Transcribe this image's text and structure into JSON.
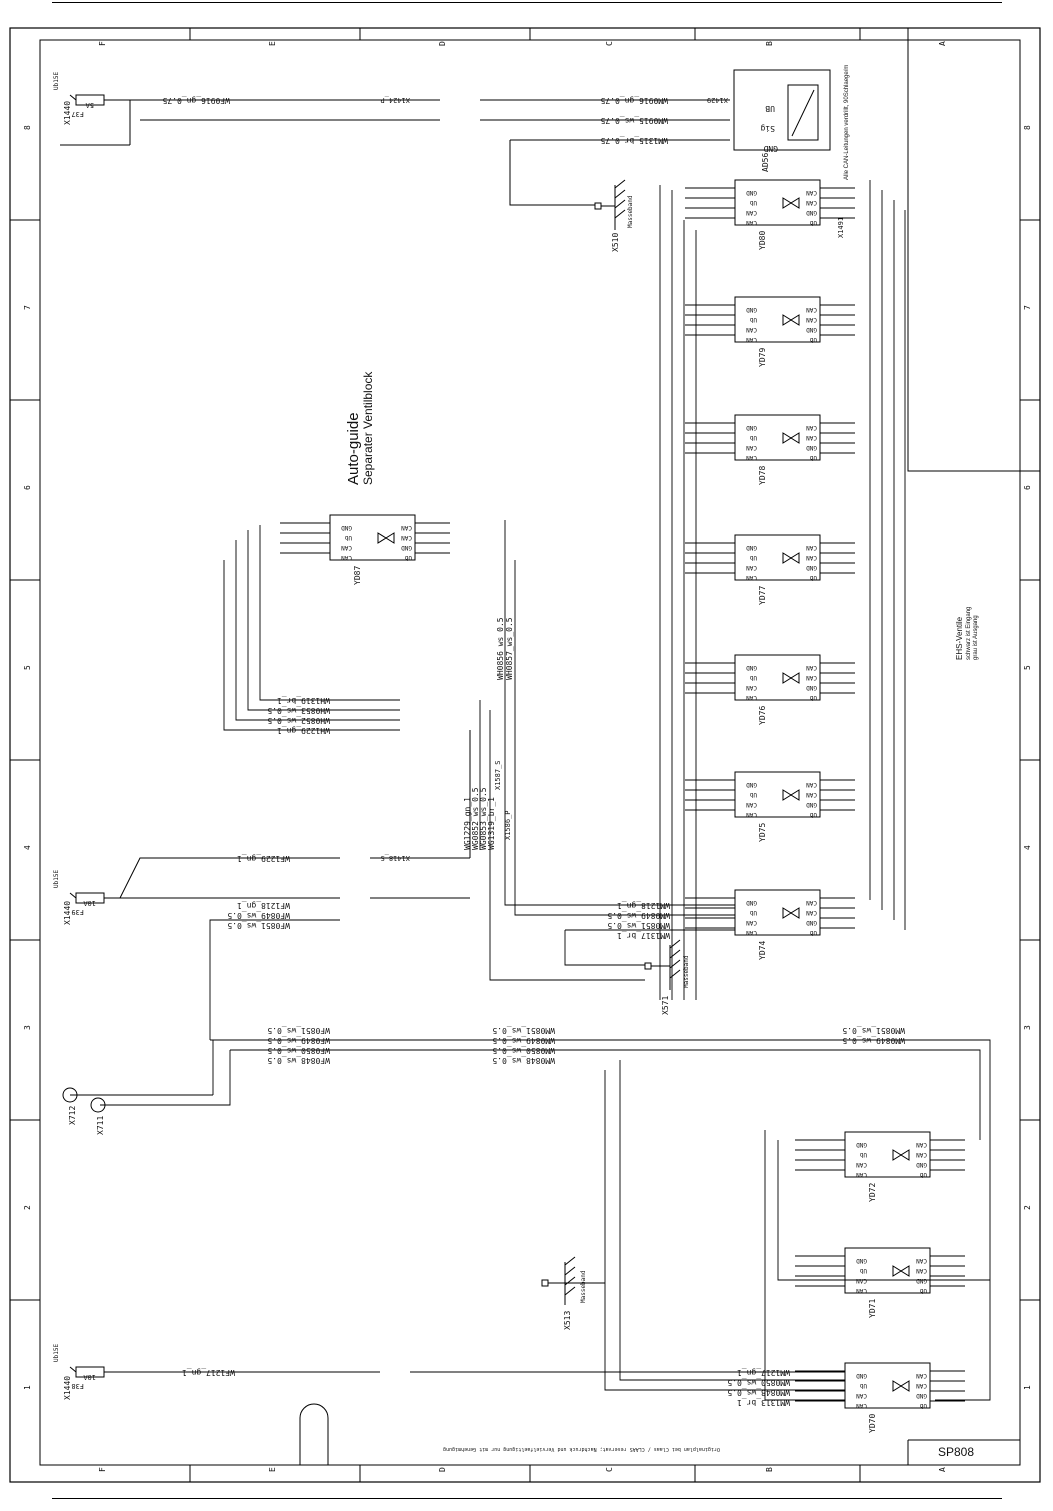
{
  "sheet": {
    "drawing_number": "SP808",
    "zone_letters": [
      "F",
      "E",
      "D",
      "C",
      "B",
      "A"
    ],
    "zone_numbers": [
      "1",
      "2",
      "3",
      "4",
      "5",
      "6",
      "7",
      "8"
    ]
  },
  "titles": {
    "auto_guide": "Auto-guide",
    "separater": "Separater Ventilblock",
    "can_note": "Alle CAN-Leitungen verdrillt, 90Schlaege/m",
    "ehs_title": "EHS-Ventile",
    "ehs_line1": "schwarz ist Eingang",
    "ehs_line2": "grau ist Ausgang"
  },
  "fuses": [
    {
      "connector": "X1440",
      "fuse": "F37",
      "rating": "5A",
      "supply": "Ub15E",
      "wire": "WF0916_gn_0.75"
    },
    {
      "connector": "X1440",
      "fuse": "F39",
      "rating": "10A",
      "supply": "Ub15E",
      "wire": "WF1229_gn_1"
    },
    {
      "connector": "X1440",
      "fuse": "F38",
      "rating": "10A",
      "supply": "Ub15E",
      "wire": "WF1217_gn_1"
    }
  ],
  "sensor": {
    "name": "AD56",
    "pins": [
      "UB",
      "Sig",
      "GND"
    ],
    "wires": [
      "WM0916_gn_0.75",
      "WM0915_ws_0.75",
      "WM1315_br_0.75"
    ],
    "connector": "X1429",
    "line_connector": "X1424_P"
  },
  "valves": [
    {
      "name": "YD80",
      "terminal": "X1491"
    },
    {
      "name": "YD79",
      "terminal": ""
    },
    {
      "name": "YD78",
      "terminal": ""
    },
    {
      "name": "YD77",
      "terminal": ""
    },
    {
      "name": "YD76",
      "terminal": ""
    },
    {
      "name": "YD75",
      "terminal": ""
    },
    {
      "name": "YD74",
      "terminal": ""
    },
    {
      "name": "YD72",
      "terminal": ""
    },
    {
      "name": "YD71",
      "terminal": ""
    },
    {
      "name": "YD70",
      "terminal": ""
    },
    {
      "name": "YD87",
      "terminal": ""
    }
  ],
  "valve_pins": [
    "GND",
    "Ub",
    "CAN",
    "CAN",
    "GND",
    "Ub"
  ],
  "grounds": [
    "X510",
    "X571",
    "X513"
  ],
  "ground_label": "Masseband",
  "terminals": [
    "X712",
    "X711"
  ],
  "wires": {
    "wg_bundle": [
      "WG1229_gn_1",
      "WG0852_ws_0.5",
      "WG0853_ws_0.5",
      "WG1319_br_1"
    ],
    "wh_pair": [
      "WH0856_ws_0.5",
      "WH0857_ws_0.5"
    ],
    "wh_group": [
      "WH1319_br_1",
      "WH0853_ws_0.5",
      "WH0852_ws_0.5",
      "WH1229_gn_1"
    ],
    "yd74_left": [
      "WM1218_gn_1",
      "WM0849_ws_0.5",
      "WM0851_ws_0.5",
      "WM1317_br_1"
    ],
    "mid_left": [
      "WF1218_gn_1",
      "WF0849_ws_0.5",
      "WF0851_ws_0.5"
    ],
    "can_mid": [
      "WM0851_ws_0.5",
      "WM0849_ws_0.5",
      "WM0850_ws_0.5",
      "WM0848_ws_0.5"
    ],
    "can_left": [
      "WF0851_ws_0.5",
      "WF0849_ws_0.5",
      "WF0850_ws_0.5",
      "WF0848_ws_0.5"
    ],
    "can_right": [
      "WM0851_ws_0.5",
      "WM0849_ws_0.5"
    ],
    "yd70_left": [
      "WM1217_gn_1",
      "WM0850_ws_0.5",
      "WM0848_ws_0.5",
      "WM1313_br_1"
    ],
    "x1418": "X1418_S",
    "x1587": "X1587_S",
    "x1586": "X1586_P"
  },
  "footer_note": "Originalplan bei Claas / CLAAS reservat; Nachdruck und Vervielfaeltigung nur mit Genehmigung"
}
